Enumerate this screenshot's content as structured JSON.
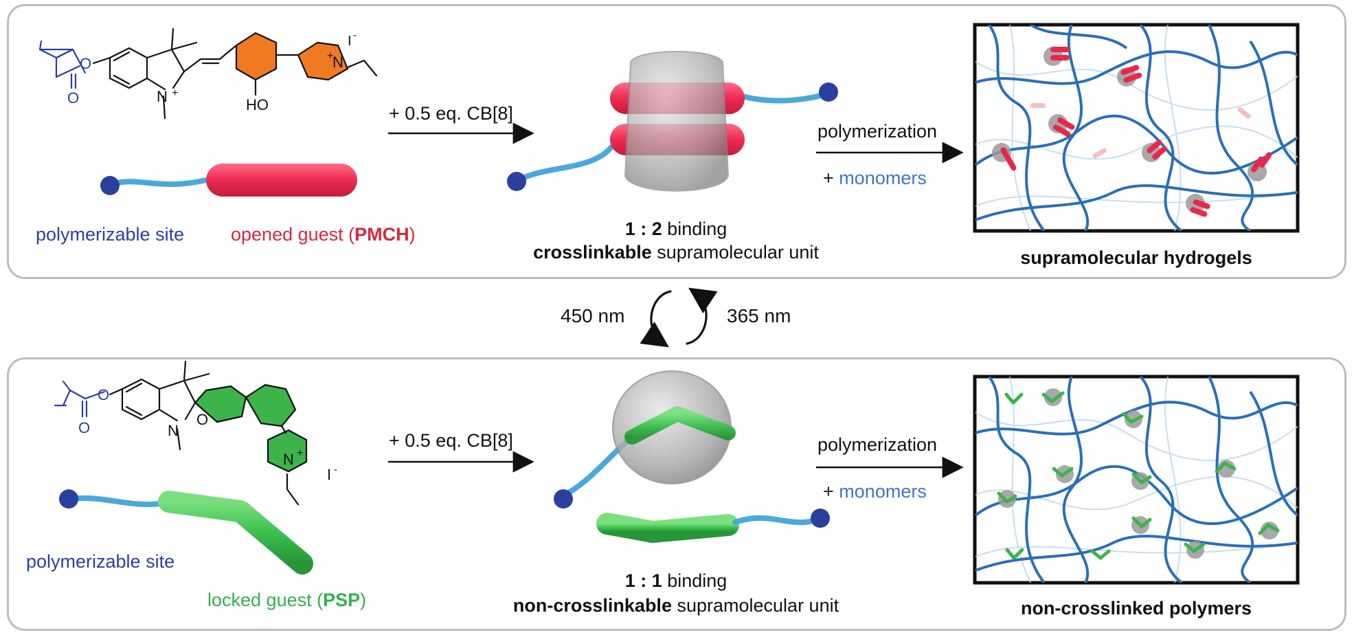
{
  "top": {
    "reagent": "+ 0.5 eq. CB[8]",
    "process": "polymerization",
    "monomers_plus": "+",
    "monomers": "monomers",
    "site_label": "polymerizable site",
    "guest_prefix": "opened guest (",
    "guest_abbr": "PMCH",
    "guest_suffix": ")",
    "ratio": "1 : 2",
    "binding": "binding",
    "unit_bold": "crosslinkable",
    "unit_rest": "supramolecular unit",
    "product": "supramolecular hydrogels",
    "chem": {
      "O": "O",
      "HO": "HO",
      "Np": "N",
      "Nq": "N",
      "I": "I",
      "plus": "+",
      "minus": "-"
    }
  },
  "switch": {
    "left": "450 nm",
    "right": "365 nm"
  },
  "bottom": {
    "reagent": "+ 0.5 eq. CB[8]",
    "process": "polymerization",
    "monomers_plus": "+",
    "monomers": "monomers",
    "site_label": "polymerizable site",
    "guest_prefix": "locked guest (",
    "guest_abbr": "PSP",
    "guest_suffix": ")",
    "ratio": "1 : 1",
    "binding": "binding",
    "unit_bold": "non-crosslinkable",
    "unit_rest": "supramolecular unit",
    "product": "non-crosslinked polymers",
    "chem": {
      "O": "O",
      "Oring": "O",
      "N": "N",
      "Nq": "N",
      "I": "I",
      "plus": "+",
      "minus": "-"
    }
  },
  "colors": {
    "methacrylate": "#2b3f9e",
    "opened_guest": "#e8284a",
    "locked_guest": "#3cc04e",
    "linker": "#4aa8dc",
    "network": "#2a6fb8",
    "cb8": "#9a9a9a",
    "ring_fill_orange": "#f07a22",
    "ring_fill_green": "#3cb44a"
  }
}
